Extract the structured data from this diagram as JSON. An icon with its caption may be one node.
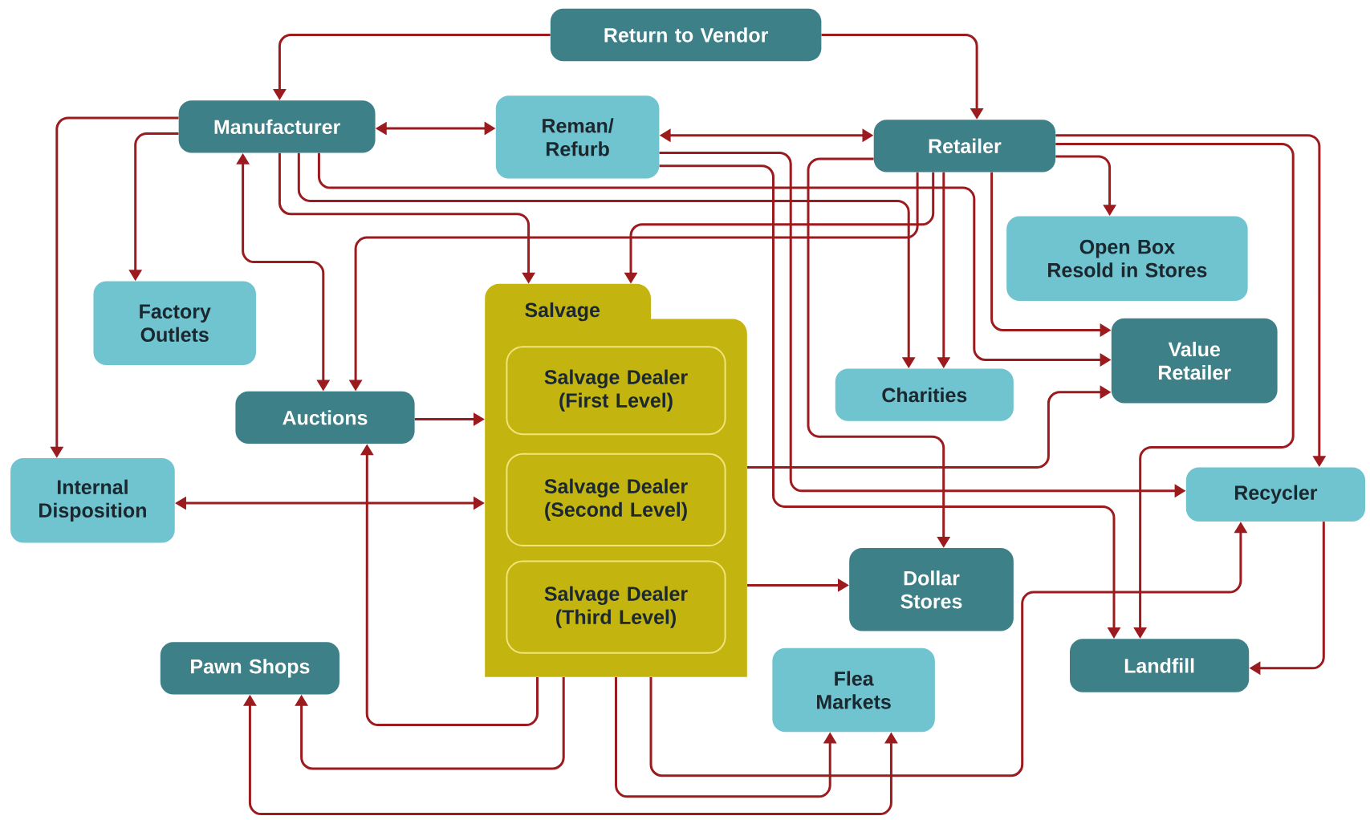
{
  "diagram": {
    "nodes": [
      {
        "text": [
          "Return to Vendor"
        ]
      },
      {
        "text": [
          "Manufacturer"
        ]
      },
      {
        "text": [
          "Reman/ Refurb"
        ]
      },
      {
        "text": [
          "Retailer"
        ]
      },
      {
        "text": [
          "Factory Outlets"
        ]
      },
      {
        "text": [
          "Open Box Resold in Stores"
        ]
      },
      {
        "text": [
          "Salvage"
        ]
      },
      {
        "text": [
          "Salvage Dealer (First Level)"
        ],
        "in": 6
      },
      {
        "text": [
          "Salvage Dealer (Second Level)"
        ],
        "in": 6
      },
      {
        "text": [
          "Salvage Dealer (Third Level)"
        ],
        "in": 6
      },
      {
        "text": [
          "Value Retailer"
        ]
      },
      {
        "text": [
          "Charities"
        ]
      },
      {
        "text": [
          "Auctions"
        ]
      },
      {
        "text": [
          "Internal Disposition"
        ]
      },
      {
        "text": [
          "Recycler"
        ]
      },
      {
        "text": [
          "Dollar Stores"
        ]
      },
      {
        "text": [
          "Pawn Shops"
        ]
      },
      {
        "text": [
          "Flea Markets"
        ]
      },
      {
        "text": [
          "Landfill"
        ]
      }
    ],
    "edges": [
      {
        "from": 0,
        "to": 1,
        "arrow": "to"
      },
      {
        "from": 0,
        "to": 3,
        "arrow": "to"
      },
      {
        "from": 1,
        "to": 2,
        "arrow": "both"
      },
      {
        "from": 2,
        "to": 3,
        "arrow": "both"
      },
      {
        "from": 1,
        "to": 4,
        "arrow": "to"
      },
      {
        "from": 1,
        "to": 13,
        "arrow": "to"
      },
      {
        "from": 1,
        "to": 12,
        "arrow": "both"
      },
      {
        "from": 1,
        "to": 6,
        "arrow": "to"
      },
      {
        "from": 1,
        "to": 11,
        "arrow": "to"
      },
      {
        "from": 1,
        "to": 10,
        "arrow": "to"
      },
      {
        "from": 3,
        "to": 6,
        "arrow": "to"
      },
      {
        "from": 3,
        "to": 12,
        "arrow": "to"
      },
      {
        "from": 3,
        "to": 11,
        "arrow": "to"
      },
      {
        "from": 3,
        "to": 5,
        "arrow": "to"
      },
      {
        "from": 3,
        "to": 10,
        "arrow": "to"
      },
      {
        "from": 3,
        "to": 14,
        "arrow": "to"
      },
      {
        "from": 3,
        "to": 18,
        "arrow": "to"
      },
      {
        "from": 3,
        "to": 15,
        "arrow": "to"
      },
      {
        "from": 2,
        "to": 14,
        "arrow": "to"
      },
      {
        "from": 2,
        "to": 18,
        "arrow": "to"
      },
      {
        "from": 6,
        "to": 10,
        "arrow": "to"
      },
      {
        "from": 12,
        "to": 6,
        "arrow": "to"
      },
      {
        "from": 13,
        "to": 6,
        "arrow": "both"
      },
      {
        "from": 6,
        "to": 15,
        "arrow": "to"
      },
      {
        "from": 6,
        "to": 12,
        "arrow": "to"
      },
      {
        "from": 6,
        "to": 16,
        "arrow": "to"
      },
      {
        "from": 6,
        "to": 17,
        "arrow": "to"
      },
      {
        "from": 6,
        "to": 14,
        "arrow": "to"
      },
      {
        "from": 16,
        "to": 17,
        "arrow": "both"
      },
      {
        "from": 14,
        "to": 18,
        "arrow": "to"
      }
    ]
  }
}
